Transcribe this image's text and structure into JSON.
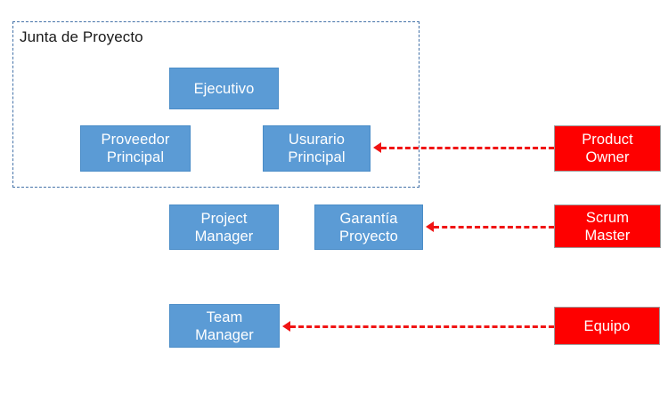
{
  "diagram": {
    "title": "Junta de Proyecto",
    "colors": {
      "blue_fill": "#5B9BD5",
      "blue_border": "#4A8CC7",
      "red_fill": "#FE0000",
      "red_border": "#9C9C9C",
      "arrow": "#F01414",
      "frame_border": "#4472A8",
      "title_text": "#1A1A1A",
      "node_text": "#FFFFFF"
    },
    "group": {
      "label": "Junta de Proyecto"
    },
    "nodes": [
      {
        "id": "ejecutivo",
        "label": "Ejecutivo",
        "type": "blue"
      },
      {
        "id": "proveedor-principal",
        "label": "Proveedor\nPrincipal",
        "type": "blue"
      },
      {
        "id": "usurario-principal",
        "label": "Usurario\nPrincipal",
        "type": "blue"
      },
      {
        "id": "project-manager",
        "label": "Project\nManager",
        "type": "blue"
      },
      {
        "id": "garantia-proyecto",
        "label": "Garantía\nProyecto",
        "type": "blue"
      },
      {
        "id": "team-manager",
        "label": "Team\nManager",
        "type": "blue"
      },
      {
        "id": "product-owner",
        "label": "Product\nOwner",
        "type": "red"
      },
      {
        "id": "scrum-master",
        "label": "Scrum\nMaster",
        "type": "red"
      },
      {
        "id": "equipo",
        "label": "Equipo",
        "type": "red"
      }
    ],
    "connections": [
      {
        "id": "product-owner-to-usurario-principal",
        "from": "product-owner",
        "to": "usurario-principal",
        "style": "dashed",
        "direction": "left"
      },
      {
        "id": "scrum-master-to-garantia-proyecto",
        "from": "scrum-master",
        "to": "garantia-proyecto",
        "style": "dashed",
        "direction": "left"
      },
      {
        "id": "equipo-to-team-manager",
        "from": "equipo",
        "to": "team-manager",
        "style": "dashed",
        "direction": "left"
      }
    ]
  }
}
